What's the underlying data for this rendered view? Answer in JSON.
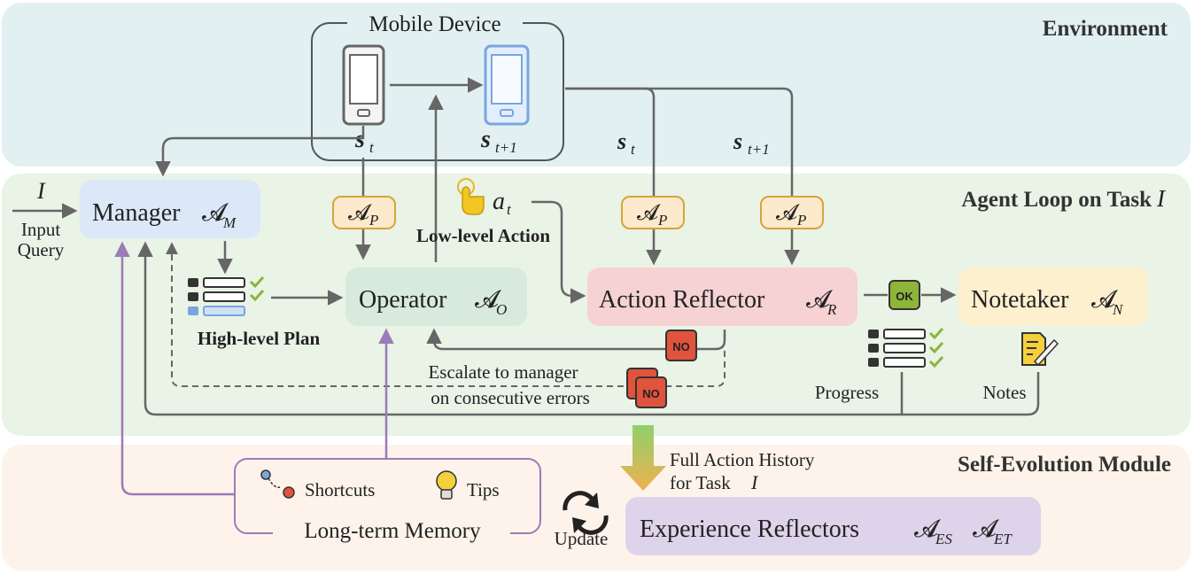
{
  "sections": {
    "environment": "Environment",
    "agent_loop": "Agent Loop on Task",
    "agent_loop_var": "I",
    "self_evolution": "Self-Evolution Module"
  },
  "mobile_device": {
    "title": "Mobile Device",
    "state_t": "s",
    "state_t_sub": "t",
    "state_t1": "s",
    "state_t1_sub": "t+1"
  },
  "input": {
    "var": "I",
    "label_line1": "Input",
    "label_line2": "Query"
  },
  "manager": {
    "label": "Manager",
    "symbol": "𝓐",
    "sub": "M"
  },
  "operator": {
    "label": "Operator",
    "symbol": "𝓐",
    "sub": "O"
  },
  "action_reflector": {
    "label": "Action Reflector",
    "symbol": "𝓐",
    "sub": "R"
  },
  "notetaker": {
    "label": "Notetaker",
    "symbol": "𝓐",
    "sub": "N"
  },
  "perceptor": {
    "symbol": "𝓐",
    "sub": "P"
  },
  "low_level_action": {
    "var": "a",
    "sub": "t",
    "label": "Low-level Action"
  },
  "high_level_plan": "High-level Plan",
  "escalate": {
    "line1": "Escalate to manager",
    "line2": "on consecutive errors"
  },
  "badges": {
    "ok": "OK",
    "no": "NO"
  },
  "progress": "Progress",
  "notes": "Notes",
  "history": {
    "line1": "Full Action History",
    "line2": "for Task",
    "var": "I"
  },
  "memory": {
    "shortcuts": "Shortcuts",
    "tips": "Tips",
    "title": "Long-term Memory"
  },
  "update": "Update",
  "experience": {
    "label": "Experience Reflectors",
    "symbol": "𝓐",
    "sub1": "ES",
    "sub2": "ET"
  },
  "colors": {
    "environment_bg": "#e2f0f1",
    "agent_loop_bg": "#e9f3e6",
    "self_evolution_bg": "#fdf3ea",
    "manager": "#dce8f8",
    "operator": "#d7eadb",
    "action_reflector": "#f6d2d3",
    "notetaker": "#fdf0cf",
    "experience": "#ddd3ea",
    "memory_border": "#9b7bb8",
    "perceptor_fill": "#fde9cc",
    "perceptor_border": "#d8a33a",
    "arrow": "#666666",
    "purple_arrow": "#9b7bb8",
    "no_badge": "#e0533d",
    "ok_badge": "#8cb53a"
  }
}
